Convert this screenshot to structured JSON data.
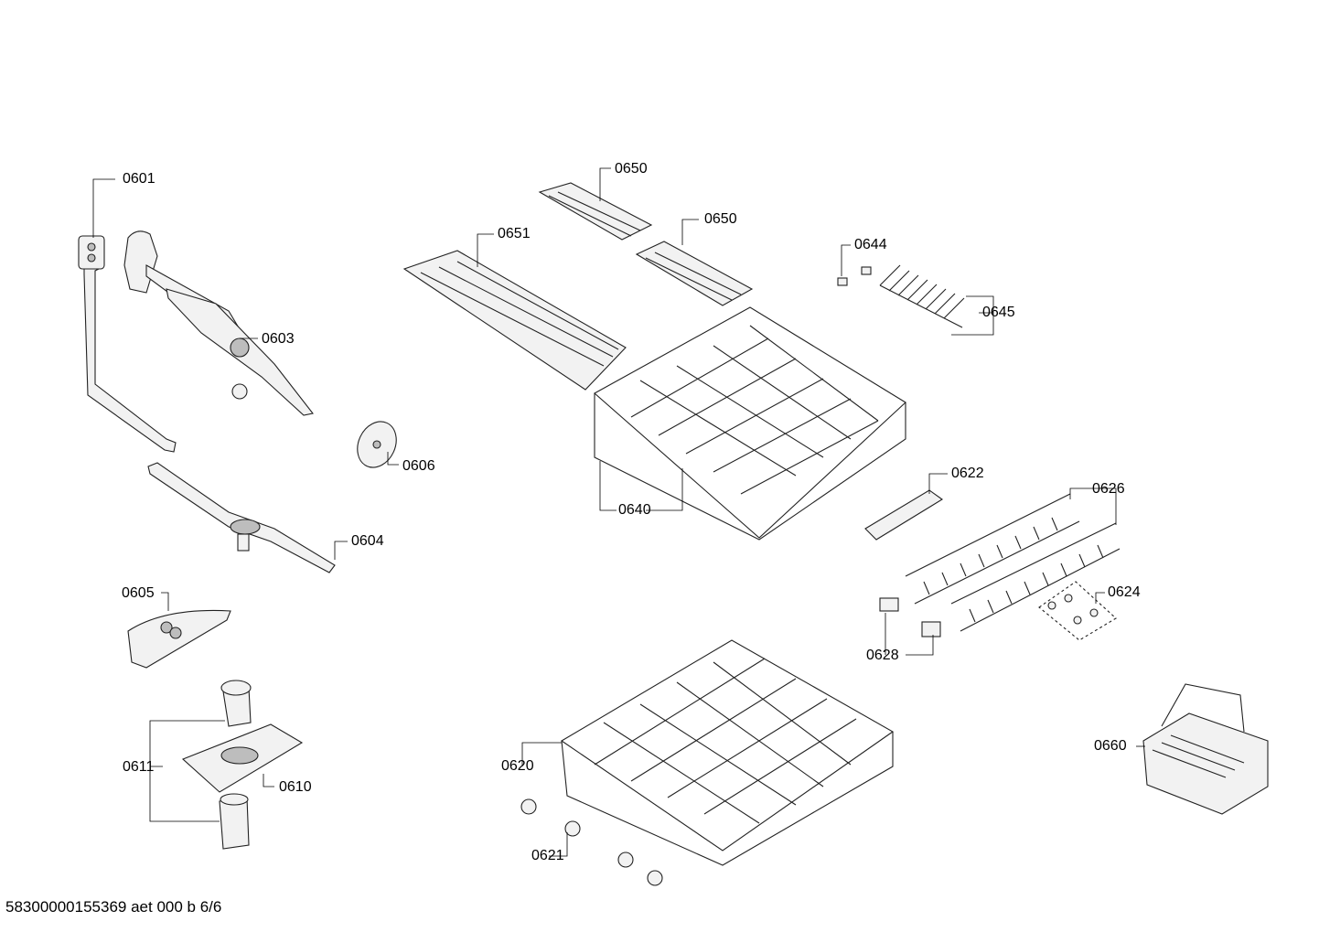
{
  "footer": "58300000155369 aet 000 b 6/6",
  "labels": {
    "p0601": "0601",
    "p0603": "0603",
    "p0604": "0604",
    "p0605": "0605",
    "p0606": "0606",
    "p0610": "0610",
    "p0611": "0611",
    "p0620": "0620",
    "p0621": "0621",
    "p0622": "0622",
    "p0624": "0624",
    "p0626": "0626",
    "p0628": "0628",
    "p0640": "0640",
    "p0644": "0644",
    "p0645": "0645",
    "p0650a": "0650",
    "p0650b": "0650",
    "p0651": "0651",
    "p0660": "0660"
  }
}
